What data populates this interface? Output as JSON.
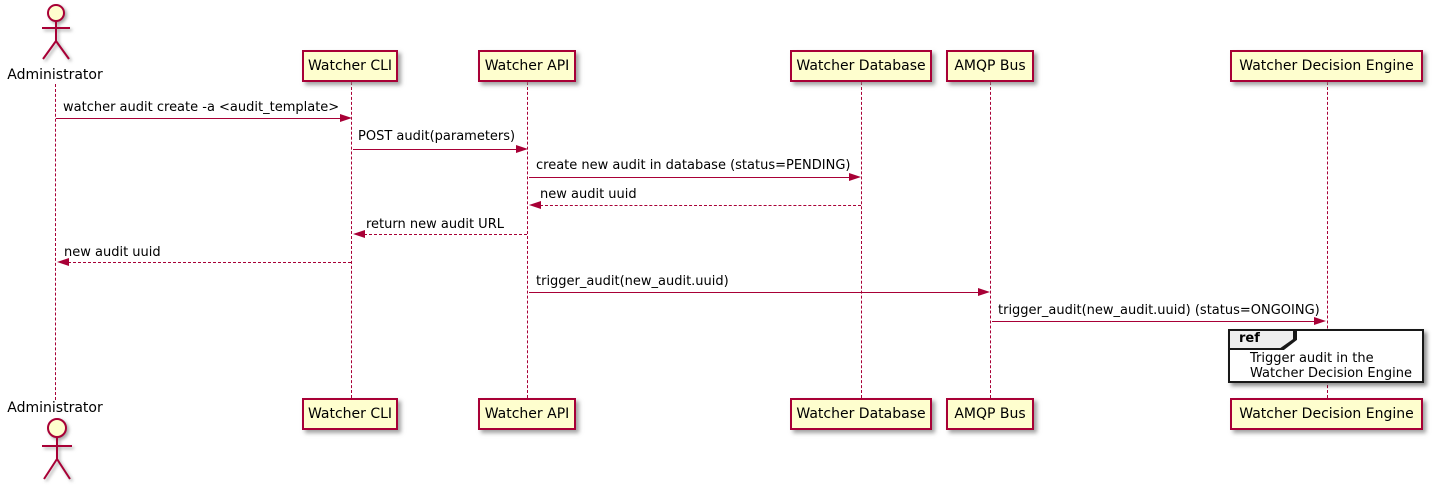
{
  "diagram": {
    "type": "plantuml-sequence",
    "colors": {
      "participant_fill": "#FEFECE",
      "participant_border": "#A80036",
      "line_color": "#A80036",
      "text_color": "#000000",
      "ref_fill": "#FFFFFF",
      "ref_border": "#181818",
      "ref_tab_fill": "#EEEEEE"
    }
  },
  "actor": {
    "name": "Administrator"
  },
  "participants": [
    {
      "name": "Watcher CLI"
    },
    {
      "name": "Watcher API"
    },
    {
      "name": "Watcher Database"
    },
    {
      "name": "AMQP Bus"
    },
    {
      "name": "Watcher Decision Engine"
    }
  ],
  "messages": [
    {
      "label": "watcher audit create -a <audit_template>",
      "from": "Administrator",
      "to": "Watcher CLI",
      "style": "solid"
    },
    {
      "label": "POST audit(parameters)",
      "from": "Watcher CLI",
      "to": "Watcher API",
      "style": "solid"
    },
    {
      "label": "create new audit in database (status=PENDING)",
      "from": "Watcher API",
      "to": "Watcher Database",
      "style": "solid"
    },
    {
      "label": "new audit uuid",
      "from": "Watcher Database",
      "to": "Watcher API",
      "style": "dashed"
    },
    {
      "label": "return new audit URL",
      "from": "Watcher API",
      "to": "Watcher CLI",
      "style": "dashed"
    },
    {
      "label": "new audit uuid",
      "from": "Watcher CLI",
      "to": "Administrator",
      "style": "dashed"
    },
    {
      "label": "trigger_audit(new_audit.uuid)",
      "from": "Watcher API",
      "to": "AMQP Bus",
      "style": "solid"
    },
    {
      "label": "trigger_audit(new_audit.uuid) (status=ONGOING)",
      "from": "AMQP Bus",
      "to": "Watcher Decision Engine",
      "style": "solid"
    }
  ],
  "ref": {
    "keyword": "ref",
    "line1": "Trigger audit in the",
    "line2": "Watcher Decision Engine"
  }
}
